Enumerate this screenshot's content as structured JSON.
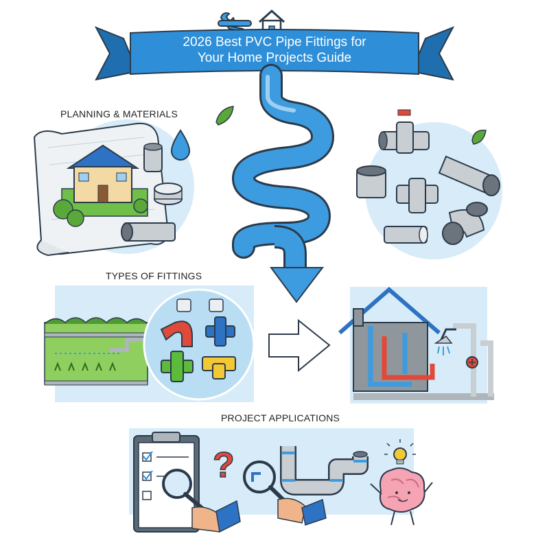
{
  "banner": {
    "line1": "2026 Best PVC Pipe Fittings for",
    "line2": "Your Home Projects Guide"
  },
  "sections": {
    "planning": "PLANNING & MATERIALS",
    "types": "TYPES OF FITTINGS",
    "applications": "PROJECT APPLICATIONS"
  },
  "colors": {
    "banner_blue": "#2e8fd8",
    "pipe_blue": "#3d9be0",
    "panel_blue": "#d7ecf8",
    "pipe_gray": "#c9ced3",
    "fitting_red": "#e04a3a",
    "fitting_green": "#5dbb3b",
    "fitting_yellow": "#f2c935",
    "outline": "#2b3a4a"
  },
  "icons": [
    "wrench-icon",
    "house-icon",
    "leaf-icon",
    "water-drop-icon",
    "arrow-right-icon",
    "arrow-down-icon",
    "magnifier-icon",
    "question-mark-icon",
    "lightbulb-icon",
    "brain-icon",
    "clipboard-icon",
    "checkbox-icon",
    "shower-icon",
    "valve-icon"
  ]
}
